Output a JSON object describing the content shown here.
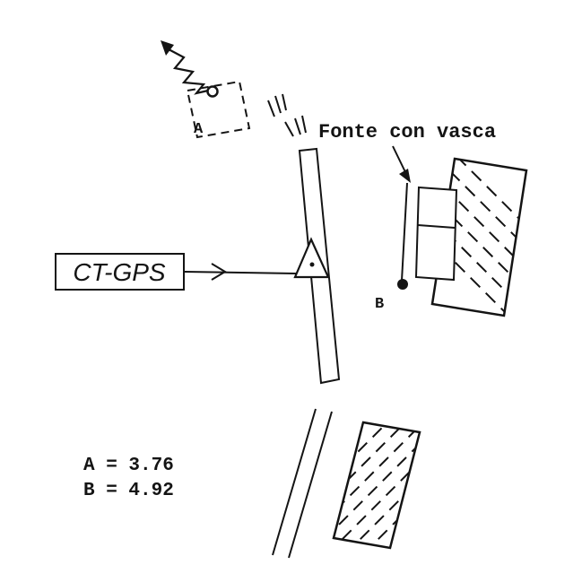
{
  "figure": {
    "type": "hand-drawn-survey-sketch",
    "labels": {
      "ct_gps": "CT-GPS",
      "fonte_con_vasca": "Fonte con vasca",
      "point_a": "A",
      "point_b": "B"
    },
    "measurements": {
      "a": "A = 3.76",
      "b": "B = 4.92"
    },
    "colors": {
      "ink": "#141414",
      "background": "#ffffff"
    }
  }
}
